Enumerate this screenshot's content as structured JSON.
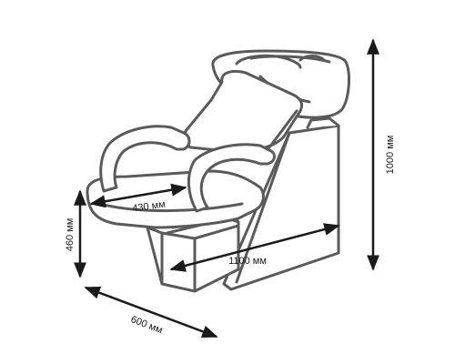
{
  "colors": {
    "outline": "#5a5a5a",
    "fill": "#ffffff",
    "dimension_line": "#1a1a1a",
    "label": "#1a1a1a"
  },
  "dimensions": {
    "height_total": "1000 мм",
    "seat_height": "460 мм",
    "depth": "600 мм",
    "length": "1100 мм",
    "seat_width": "430 мм"
  }
}
